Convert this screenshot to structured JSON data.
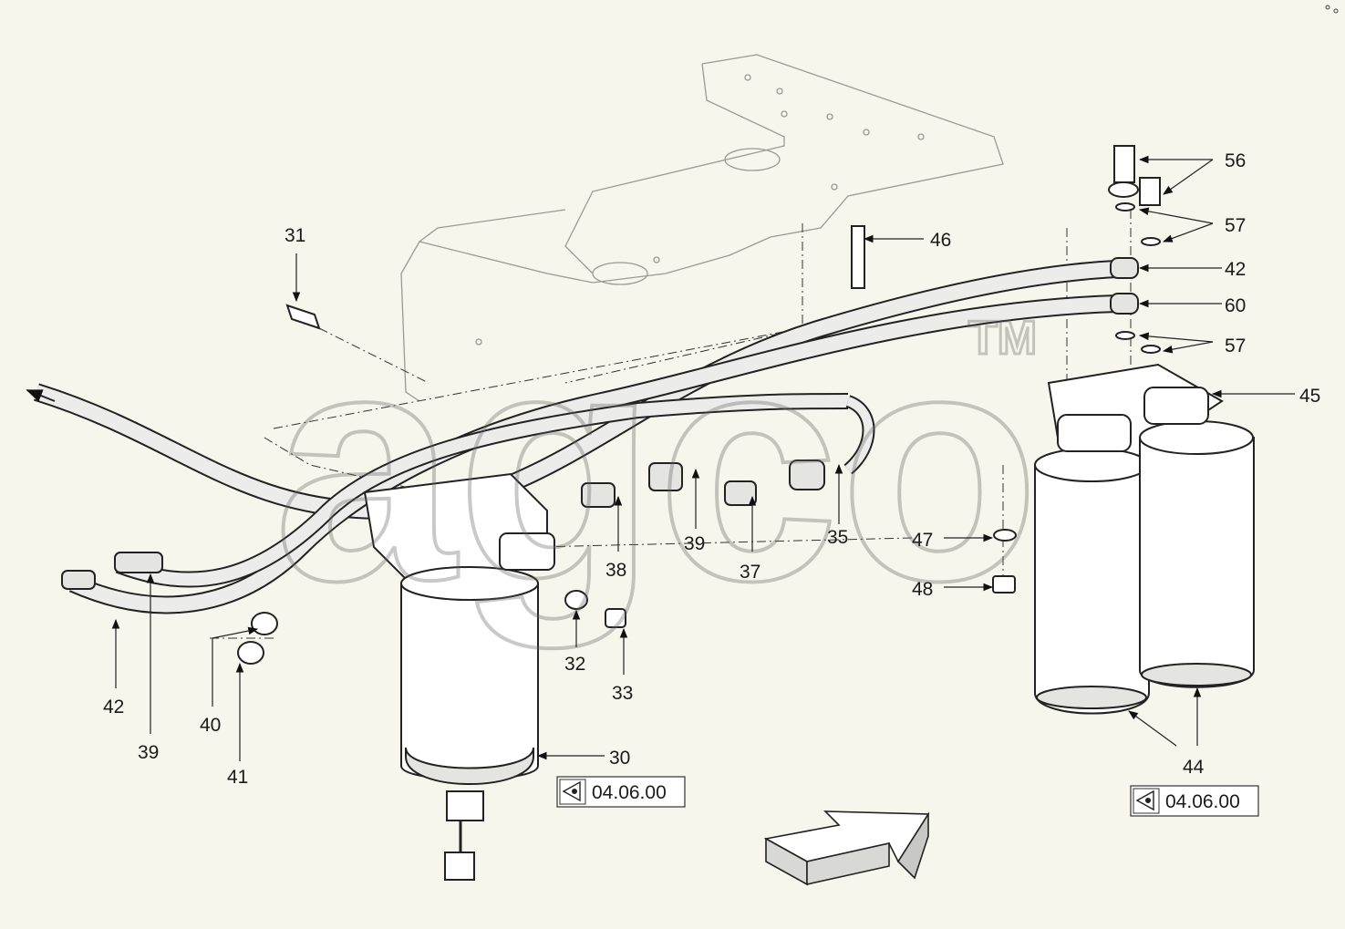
{
  "callouts": {
    "c31": "31",
    "c46": "46",
    "c56": "56",
    "c57a": "57",
    "c42a": "42",
    "c60": "60",
    "c57b": "57",
    "c45": "45",
    "c35": "35",
    "c39a": "39",
    "c38": "38",
    "c37": "37",
    "c47": "47",
    "c48": "48",
    "c32": "32",
    "c33": "33",
    "c42b": "42",
    "c39b": "39",
    "c40": "40",
    "c41": "41",
    "c30": "30",
    "c44": "44"
  },
  "refs": {
    "left_ref": "04.06.00",
    "right_ref": "04.06.00"
  },
  "watermark": {
    "text": "agco",
    "tm": "TM"
  },
  "icons": {
    "reference_box_icon": "eye-view-icon",
    "direction_arrow": "direction-arrow-icon"
  },
  "colors": {
    "background": "#f6f6ec",
    "line": "#222222",
    "ghost": "#9a9a94"
  }
}
